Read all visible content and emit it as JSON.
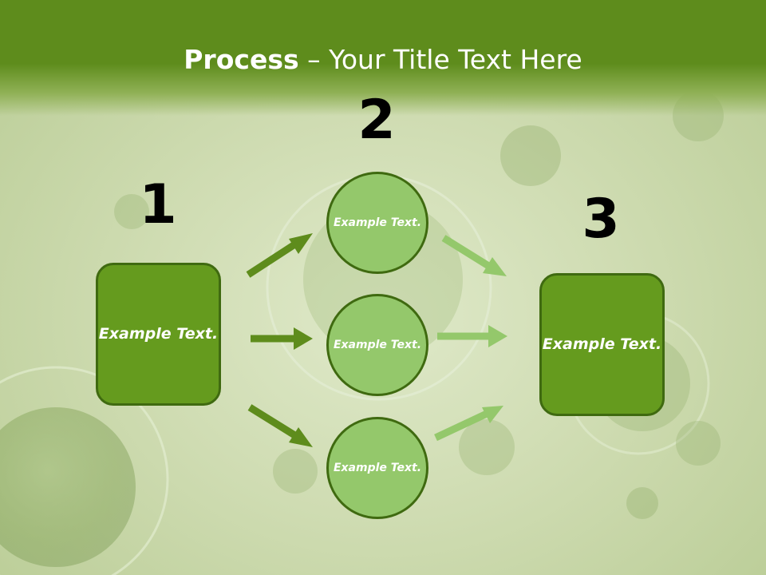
{
  "title": {
    "bold": "Process",
    "rest": " – Your Title Text Here"
  },
  "steps": [
    {
      "number": "1",
      "text": "Example Text."
    },
    {
      "number": "2",
      "items": [
        "Example Text.",
        "Example Text.",
        "Example Text."
      ]
    },
    {
      "number": "3",
      "text": "Example Text."
    }
  ],
  "colors": {
    "header": "#5e8c1c",
    "box": "#659b1e",
    "circle": "#94c86b",
    "arrow_dark": "#5e8c1c",
    "arrow_light": "#94c86b"
  }
}
